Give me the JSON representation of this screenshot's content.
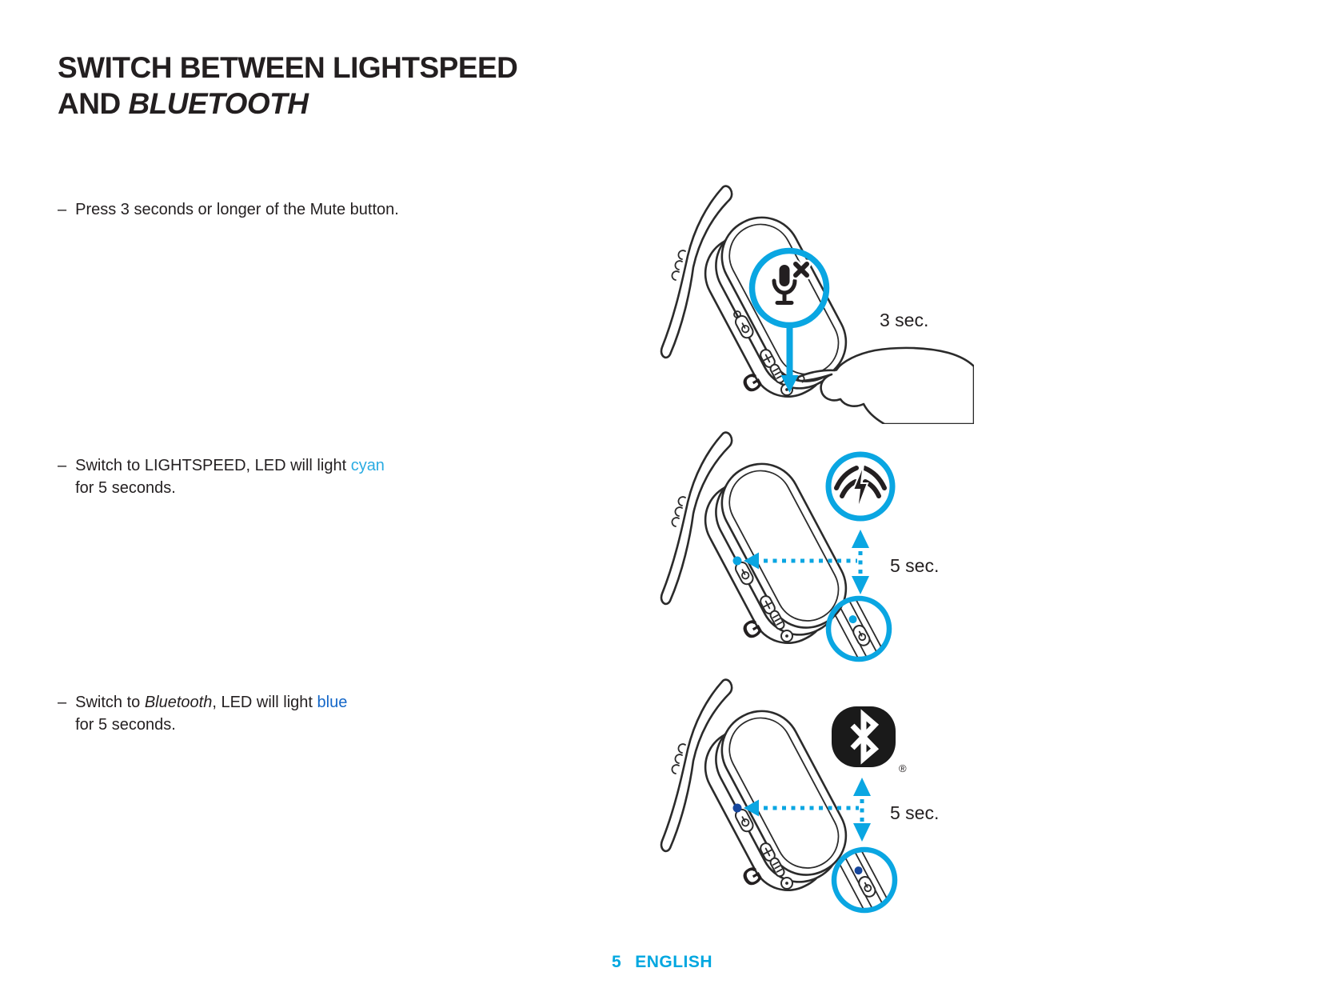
{
  "page": {
    "title_line1": "SWITCH BETWEEN LIGHTSPEED",
    "title_line2_prefix": "AND ",
    "title_line2_italic": "BLUETOOTH",
    "footer_page_number": "5",
    "footer_language": "ENGLISH"
  },
  "colors": {
    "ink": "#231F20",
    "accent_cyan": "#0AA6E2",
    "text_cyan": "#29ABE2",
    "text_blue": "#1467C8",
    "led_blue": "#17479E"
  },
  "steps": [
    {
      "marker": "–",
      "line1_pre": "Press 3 seconds or longer of the Mute button.",
      "duration": "3 sec."
    },
    {
      "marker": "–",
      "line1_pre": "Switch to LIGHTSPEED, LED will light ",
      "line1_highlight": "cyan",
      "line2": "for 5 seconds.",
      "duration": "5 sec.",
      "highlight_color_name": "cyan"
    },
    {
      "marker": "–",
      "line1_pre": "Switch to ",
      "line1_italic": "Bluetooth",
      "line1_mid": ", LED will light ",
      "line1_highlight": "blue",
      "line2": "for 5 seconds.",
      "duration": "5 sec.",
      "highlight_color_name": "blue"
    }
  ],
  "illustrations": [
    {
      "name": "press-mute-button",
      "icon": "mute-microphone-icon"
    },
    {
      "name": "switch-to-lightspeed",
      "icon": "lightspeed-wireless-icon"
    },
    {
      "name": "switch-to-bluetooth",
      "icon": "bluetooth-logo",
      "registered_mark": "®"
    }
  ],
  "branding": {
    "g_logo_letter": "G"
  }
}
